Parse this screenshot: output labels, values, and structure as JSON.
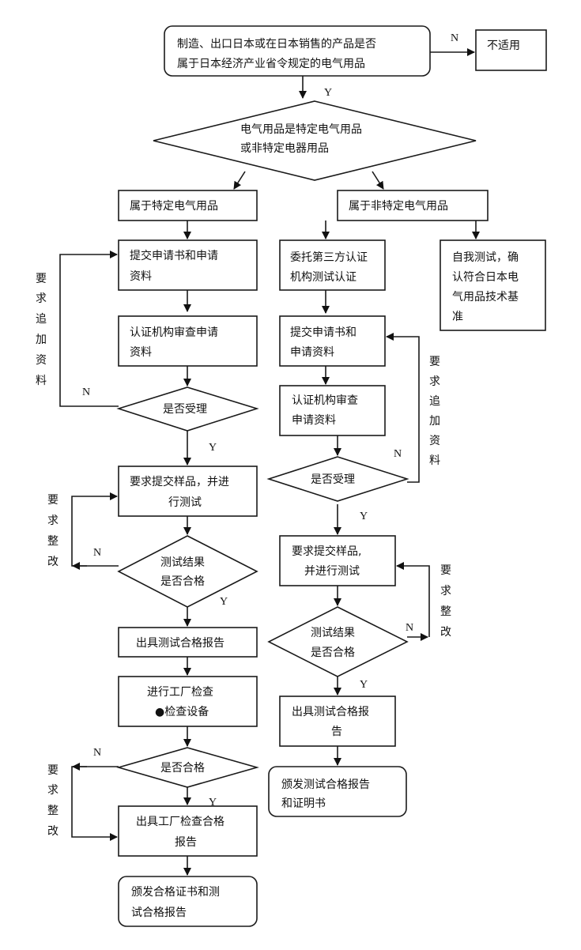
{
  "flowchart": {
    "start": {
      "lines": [
        "制造、出口日本或在日本销售的产品是否",
        "属于日本经济产业省令规定的电气用品"
      ]
    },
    "not_applicable": {
      "lines": [
        "不适用"
      ]
    },
    "decision_type": {
      "lines": [
        "电气用品是特定电气用品",
        "或非特定电器用品"
      ]
    },
    "specified": {
      "lines": [
        "属于特定电气用品"
      ]
    },
    "non_specified": {
      "lines": [
        "属于非特定电气用品"
      ]
    },
    "left": {
      "submit_application": {
        "lines": [
          "提交申请书和申请",
          "资料"
        ]
      },
      "review_application": {
        "lines": [
          "认证机构审查申请",
          "资料"
        ]
      },
      "accept_decision": {
        "lines": [
          "是否受理"
        ]
      },
      "request_more_docs": {
        "chars": [
          "要",
          "求",
          "追",
          "加",
          "资",
          "料"
        ]
      },
      "submit_samples": {
        "lines": [
          "要求提交样品，并进",
          "行测试"
        ]
      },
      "test_result_decision": {
        "lines": [
          "测试结果",
          "是否合格"
        ]
      },
      "rectify_1": {
        "chars": [
          "要",
          "求",
          "整",
          "改"
        ]
      },
      "issue_test_report": {
        "lines": [
          "出具测试合格报告"
        ]
      },
      "factory_inspection": {
        "lines": [
          "进行工厂检查",
          "●检查设备"
        ]
      },
      "pass_decision": {
        "lines": [
          "是否合格"
        ]
      },
      "rectify_2": {
        "chars": [
          "要",
          "求",
          "整",
          "改"
        ]
      },
      "factory_report": {
        "lines": [
          "出具工厂检查合格",
          "报告"
        ]
      },
      "issue_certificate": {
        "lines": [
          "颁发合格证书和测",
          "试合格报告"
        ]
      }
    },
    "middle": {
      "third_party": {
        "lines": [
          "委托第三方认证",
          "机构测试认证"
        ]
      },
      "submit_application": {
        "lines": [
          "提交申请书和",
          "申请资料"
        ]
      },
      "review_application": {
        "lines": [
          "认证机构审查",
          "申请资料"
        ]
      },
      "accept_decision": {
        "lines": [
          "是否受理"
        ]
      },
      "request_more_docs": {
        "chars": [
          "要",
          "求",
          "追",
          "加",
          "资",
          "料"
        ]
      },
      "submit_samples": {
        "lines": [
          "要求提交样品,",
          "并进行测试"
        ]
      },
      "test_result_decision": {
        "lines": [
          "测试结果",
          "是否合格"
        ]
      },
      "rectify": {
        "chars": [
          "要",
          "求",
          "整",
          "改"
        ]
      },
      "issue_test_report": {
        "lines": [
          "出具测试合格报",
          "告"
        ]
      },
      "issue_certificate": {
        "lines": [
          "颁发测试合格报告",
          "和证明书"
        ]
      }
    },
    "right": {
      "self_test": {
        "lines": [
          "自我测试，确",
          "认符合日本电",
          "气用品技术基",
          "准"
        ]
      }
    },
    "labels": {
      "yes": "Y",
      "no": "N"
    }
  }
}
